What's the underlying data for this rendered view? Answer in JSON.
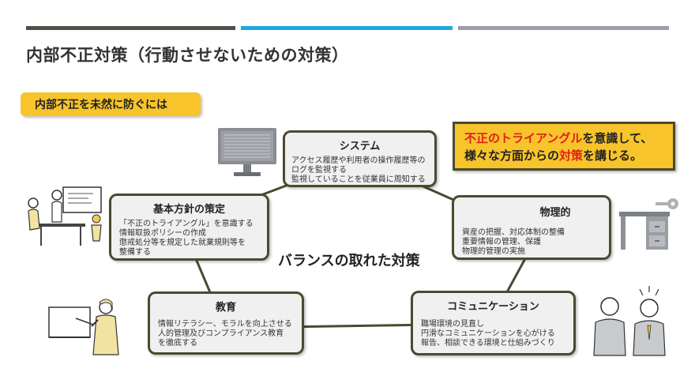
{
  "title": "内部不正対策（行動させないための対策）",
  "tag": "内部不正を未然に防ぐには",
  "center_label": "バランスの取れた対策",
  "callout": {
    "line1_red": "不正のトライアングル",
    "line1_rest": "を意識して、",
    "line2_pre": "様々な方面からの",
    "line2_red": "対策",
    "line2_post": "を講じる。"
  },
  "cards": {
    "system": {
      "title": "システム",
      "lines": [
        "アクセス履歴や利用者の操作履歴等の",
        "ログを監視する",
        "監視していることを従業員に周知する"
      ]
    },
    "physical": {
      "title": "物理的",
      "lines": [
        "資産の把握、対応体制の整備",
        "重要情報の管理、保護",
        "物理的管理の実施"
      ]
    },
    "policy": {
      "title": "基本方針の策定",
      "lines": [
        "「不正のトライアングル」を意識する",
        "情報取扱ポリシーの作成",
        "懲戒処分等を規定した就業規則等を",
        "整備する"
      ]
    },
    "education": {
      "title": "教育",
      "lines": [
        "情報リテラシー、モラルを向上させる",
        "人的管理及びコンプライアンス教育",
        "を徹底する"
      ]
    },
    "communication": {
      "title": "コミュニケーション",
      "lines": [
        "職場環境の見直し",
        "円滑なコミュニケーションを心がける",
        "報告、相談できる環境と仕組みづくり"
      ]
    }
  },
  "colors": {
    "bar1": "#4b5249",
    "bar2": "#1fa8e0",
    "bar3": "#9a9fa8",
    "accent": "#f7c42b",
    "border": "#4a4a30",
    "red": "#e0201b"
  },
  "icons": [
    "monitor-icon",
    "desk-key-icon",
    "meeting-people-icon",
    "teacher-icon",
    "two-people-talking-icon"
  ]
}
